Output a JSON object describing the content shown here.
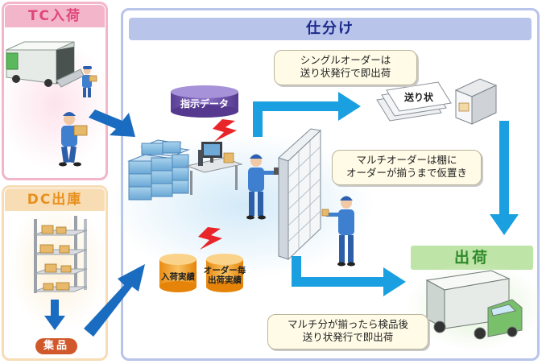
{
  "sections": {
    "tc": "TC入荷",
    "dc": "DC出庫",
    "sort": "仕分け",
    "ship": "出荷"
  },
  "labels": {
    "collect": "集品",
    "instruction_data": "指示データ",
    "invoice": "送り状",
    "receipt_record": "入荷実績",
    "order_record_line1": "オーダー毎",
    "order_record_line2": "出荷実績"
  },
  "bubbles": {
    "single_line1": "シングルオーダーは",
    "single_line2": "送り状発行で即出荷",
    "multi_line1": "マルチオーダーは棚に",
    "multi_line2": "オーダーが揃うまで仮置き",
    "complete_line1": "マルチ分が揃ったら検品後",
    "complete_line2": "送り状発行で即出荷"
  },
  "colors": {
    "tc_header": "#f3b5c9",
    "tc_title": "#e0457a",
    "dc_header": "#f7dcb4",
    "dc_title": "#e8901c",
    "sort_header": "#b8c4ea",
    "sort_title": "#1c2a8c",
    "ship_header": "#bfe4a8",
    "ship_title": "#2f8a2a",
    "arrow_blue": "#1a6cc0",
    "arrow_cyan": "#1aa0e0"
  }
}
